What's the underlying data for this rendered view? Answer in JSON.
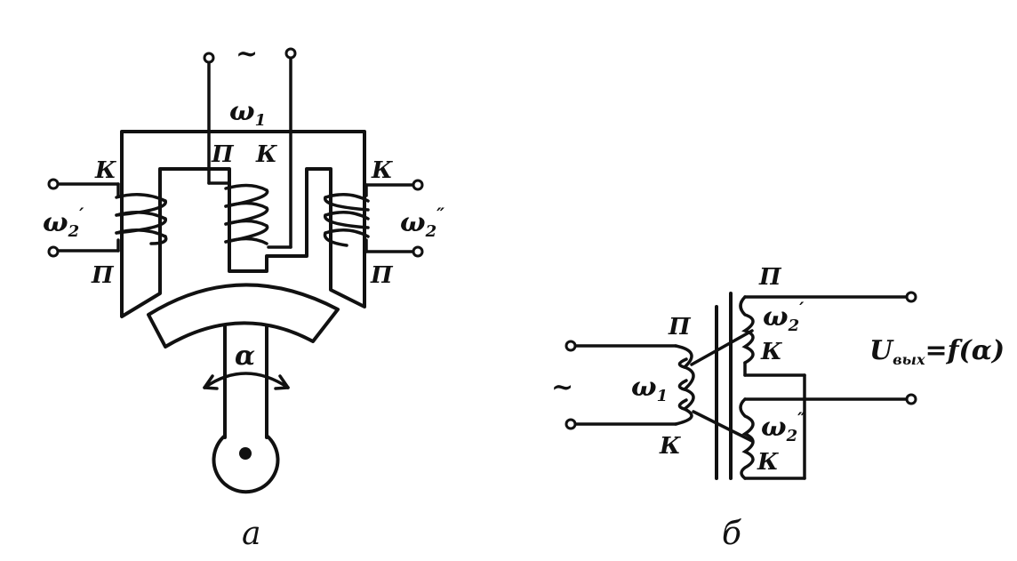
{
  "diagram_a": {
    "supply_symbol": "~",
    "primary_winding": "ω",
    "primary_index": "1",
    "secondary_left": "ω",
    "secondary_left_index": "2",
    "secondary_left_mark": "′",
    "secondary_right": "ω",
    "secondary_right_index": "2",
    "secondary_right_mark": "″",
    "start_label": "П",
    "end_label": "К",
    "angle_label": "α",
    "caption": "а"
  },
  "diagram_b": {
    "supply_symbol": "~",
    "primary_winding": "ω",
    "primary_index": "1",
    "secondary_top": "ω",
    "secondary_top_index": "2",
    "secondary_top_mark": "′",
    "secondary_bottom": "ω",
    "secondary_bottom_index": "2",
    "secondary_bottom_mark": "″",
    "start_label": "П",
    "end_label": "К",
    "output_symbol": "U",
    "output_subscript": "вых",
    "output_function": "=f(α)",
    "caption": "б"
  }
}
